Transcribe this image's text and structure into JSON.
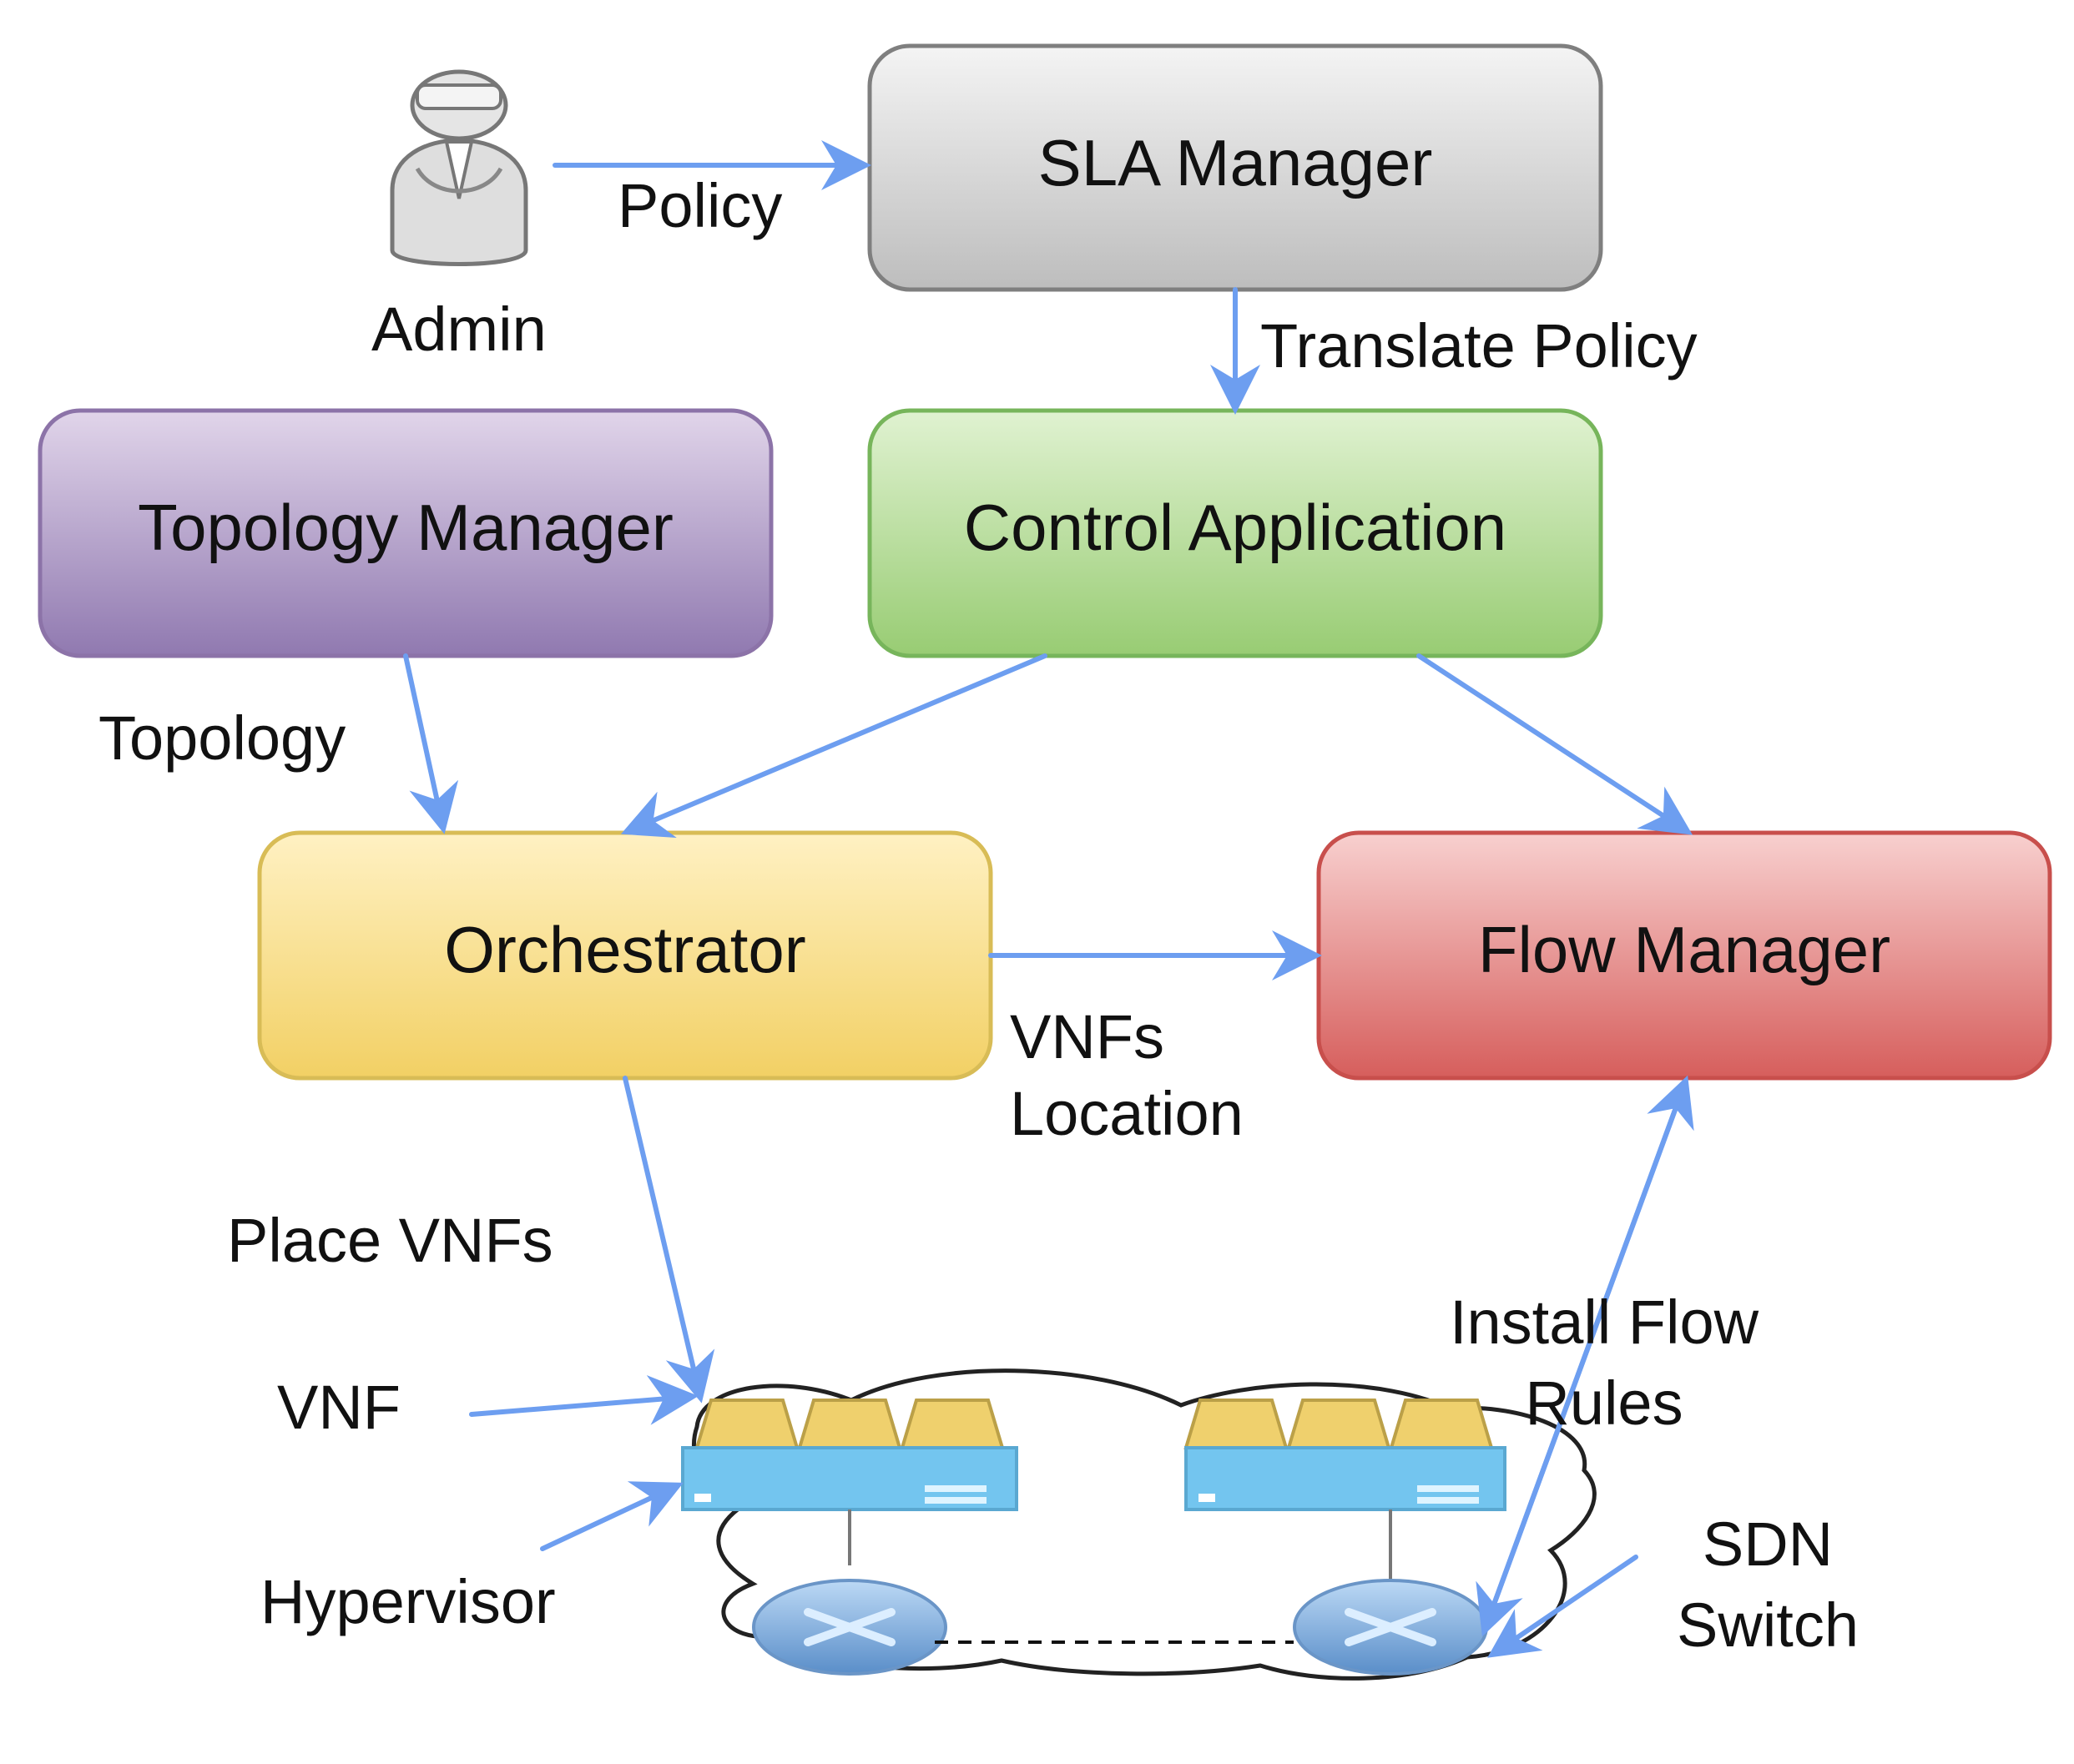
{
  "nodes": {
    "sla_manager": "SLA Manager",
    "control_application": "Control Application",
    "topology_manager": "Topology Manager",
    "orchestrator": "Orchestrator",
    "flow_manager": "Flow Manager"
  },
  "labels": {
    "admin": "Admin",
    "policy": "Policy",
    "translate_policy": "Translate Policy",
    "topology": "Topology",
    "vnfs_location_line1": "VNFs",
    "vnfs_location_line2": "Location",
    "place_vnfs": "Place VNFs",
    "vnf": "VNF",
    "hypervisor": "Hypervisor",
    "install_flow_rules_line1": "Install Flow",
    "install_flow_rules_line2": "Rules",
    "sdn_switch_line1": "SDN",
    "sdn_switch_line2": "Switch"
  },
  "colors": {
    "arrow": "#6d9ef0",
    "sla_manager_fill": "#c9c9c9",
    "control_application_fill": "#a9d88c",
    "topology_manager_fill": "#a68ec0",
    "orchestrator_fill": "#f6db75",
    "flow_manager_fill": "#e46c6a",
    "hypervisor_fill": "#73c5ef",
    "vnf_fill": "#efd06d",
    "switch_fill": "#6ea0d8"
  },
  "icons": {
    "admin": "admin-person-icon",
    "hypervisor": "hypervisor-server-icon",
    "vnf": "vnf-block-icon",
    "sdn_switch": "router-switch-icon"
  }
}
